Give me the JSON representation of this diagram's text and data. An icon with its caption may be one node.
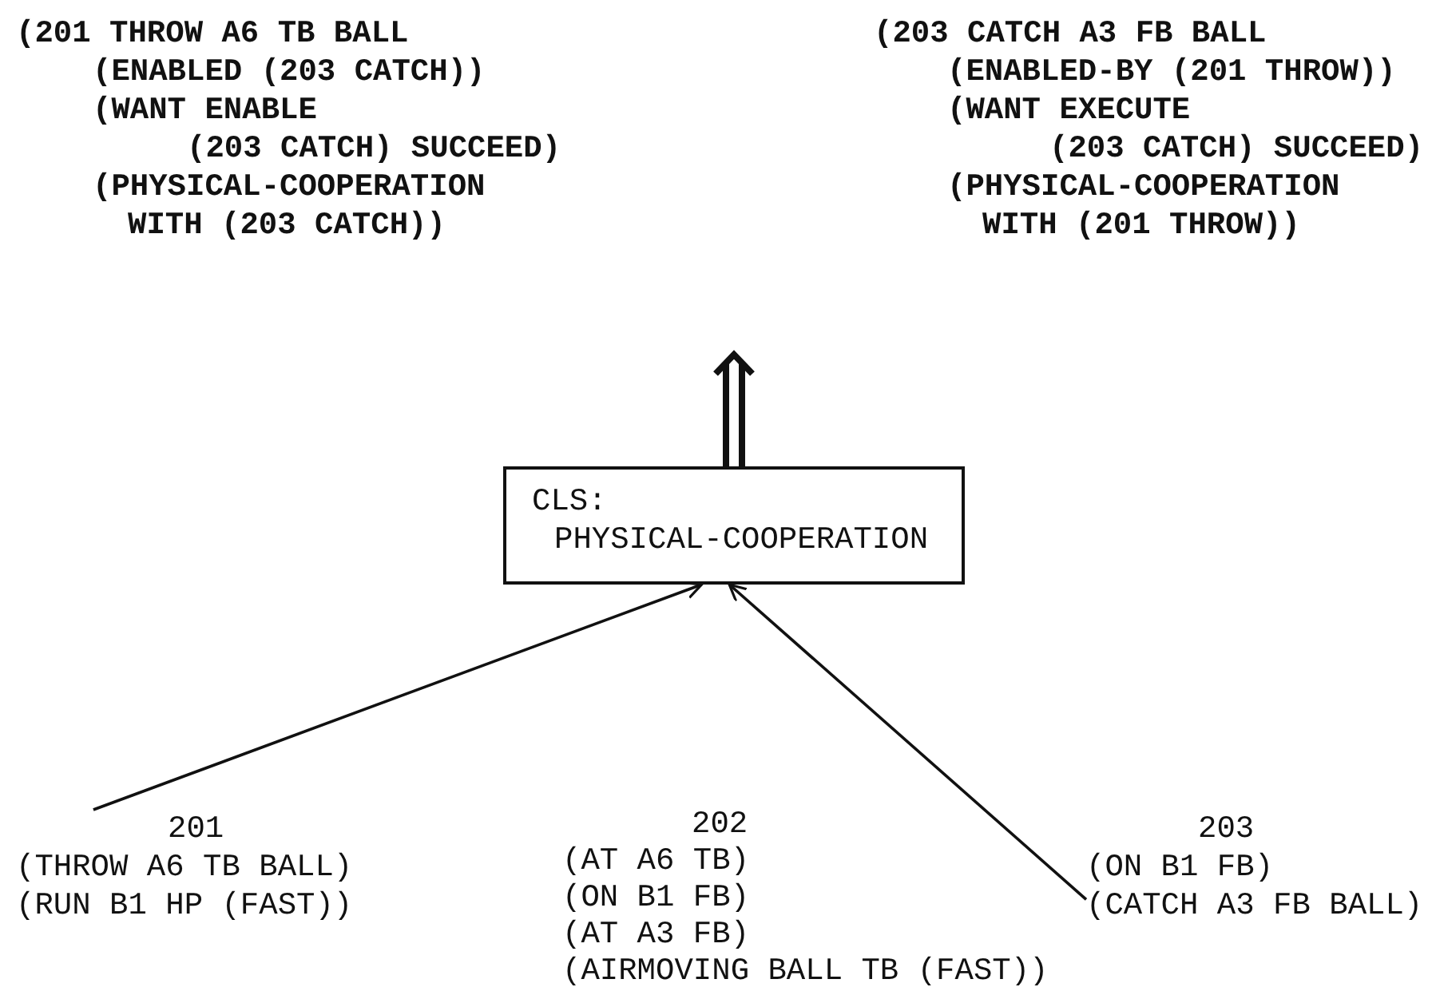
{
  "diagram": {
    "nodes": [
      {
        "text": [
          "CLS:",
          "PHYSICAL-COOPERATION"
        ]
      },
      {
        "text": [
          "201",
          "(THROW A6 TB BALL)",
          "(RUN B1 HP (FAST))"
        ]
      },
      {
        "text": [
          "203",
          "(ON B1 FB)",
          "(CATCH A3 FB BALL)"
        ]
      }
    ],
    "edges": [
      {
        "from": 1,
        "to": 0,
        "arrow": "to"
      },
      {
        "from": 2,
        "to": 0,
        "arrow": "to"
      },
      {
        "from": 0,
        "to": null,
        "arrow": "to",
        "style": "thick"
      }
    ],
    "labels": [
      "(201 THROW A6 TB BALL",
      "(ENABLED (203 CATCH))",
      "(WANT ENABLE",
      "(203 CATCH) SUCCEED)",
      "(PHYSICAL-COOPERATION",
      "WITH (203 CATCH))",
      "(203 CATCH A3 FB BALL",
      "(ENABLED-BY (201 THROW))",
      "(WANT EXECUTE",
      "(203 CATCH) SUCCEED)",
      "(PHYSICAL-COOPERATION",
      "WITH (201 THROW))",
      "202",
      "(AT A6 TB)",
      "(ON B1 FB)",
      "(AT A3 FB)",
      "(AIRMOVING BALL TB (FAST))"
    ]
  }
}
